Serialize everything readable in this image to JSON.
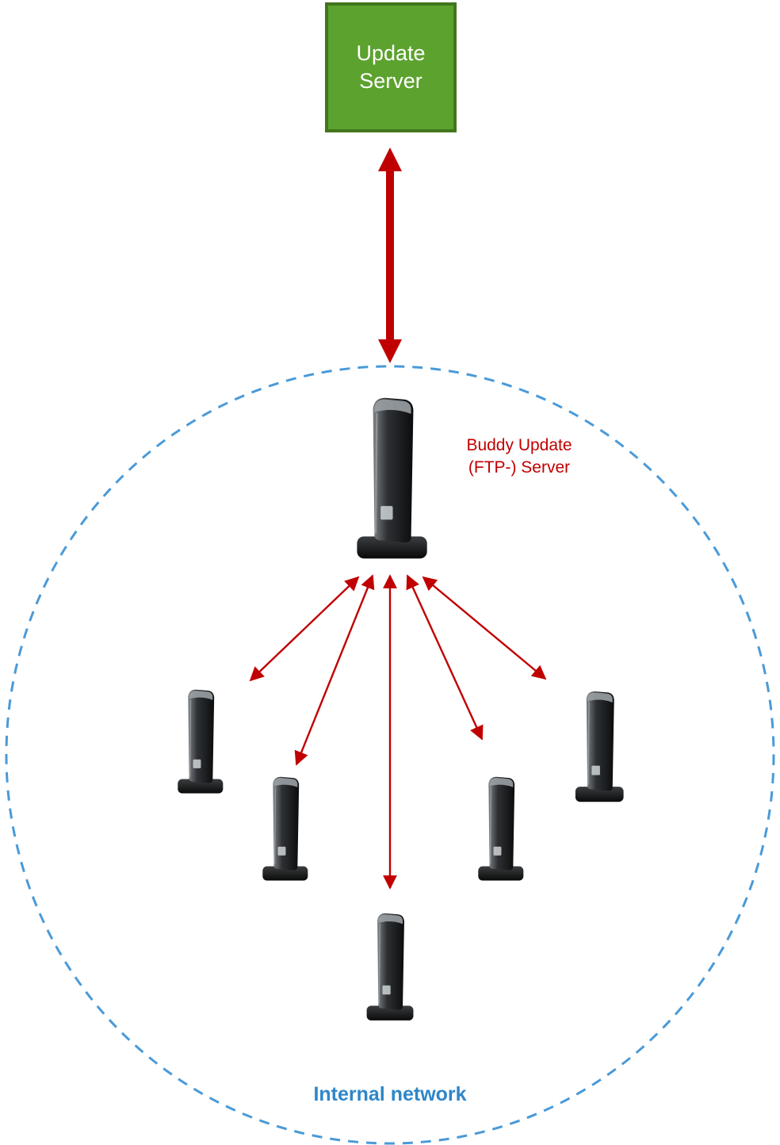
{
  "nodes": {
    "update_server": {
      "label": "Update Server"
    },
    "buddy_server": {
      "line1": "Buddy Update",
      "line2": "(FTP-) Server"
    },
    "network": {
      "label": "Internal network"
    },
    "client_device_count": 5
  },
  "icons": {
    "device": "storage-device-icon",
    "link": "double-headed-arrow-icon"
  },
  "theme": {
    "background": "#ffffff",
    "green_fill": "#5ca22e",
    "green_border": "#41761d",
    "arrow_red": "#c00000",
    "label_red": "#c00000",
    "network_blue": "#2e86c9",
    "circle_blue": "#4a9ad8"
  }
}
